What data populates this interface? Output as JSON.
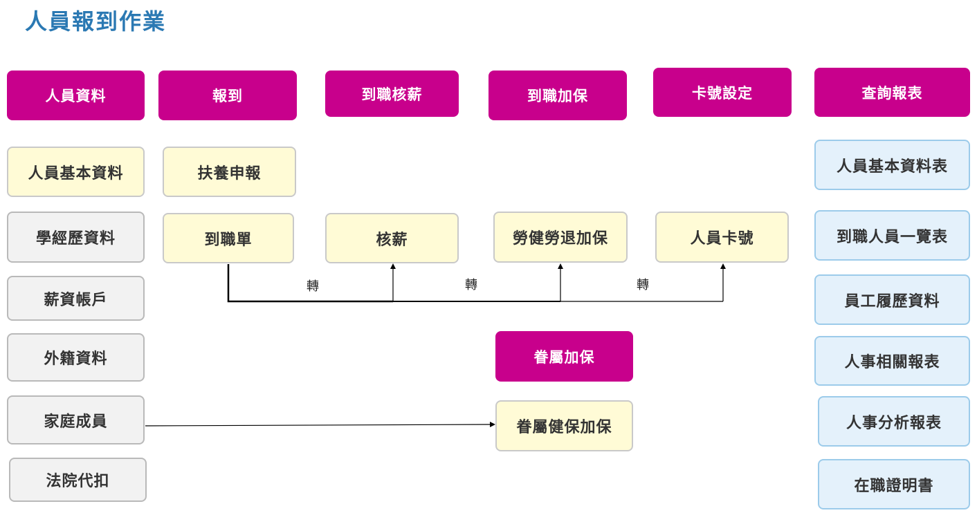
{
  "title": "人員報到作業",
  "headers": {
    "personnel": "人員資料",
    "checkin": "報到",
    "salary": "到職核薪",
    "insurance": "到職加保",
    "card": "卡號設定",
    "reports": "查詢報表",
    "dependent": "眷屬加保"
  },
  "personnel_items": [
    "人員基本資料",
    "學經歷資料",
    "薪資帳戶",
    "外籍資料",
    "家庭成員",
    "法院代扣"
  ],
  "checkin_items": [
    "扶養申報",
    "到職單"
  ],
  "salary_item": "核薪",
  "insurance_item": "勞健勞退加保",
  "card_item": "人員卡號",
  "dependent_item": "眷屬健保加保",
  "report_items": [
    "人員基本資料表",
    "到職人員一覽表",
    "員工履歷資料",
    "人事相關報表",
    "人事分析報表",
    "在職證明書"
  ],
  "connector_labels": [
    "轉",
    "轉",
    "轉"
  ],
  "colors": {
    "title": "#2b79b3",
    "header_bg": "#c8008c",
    "yellow_bg": "#fffbd6",
    "gray_bg": "#f2f2f2",
    "blue_bg": "#e4f1fb",
    "blue_border": "#9ccbea"
  }
}
